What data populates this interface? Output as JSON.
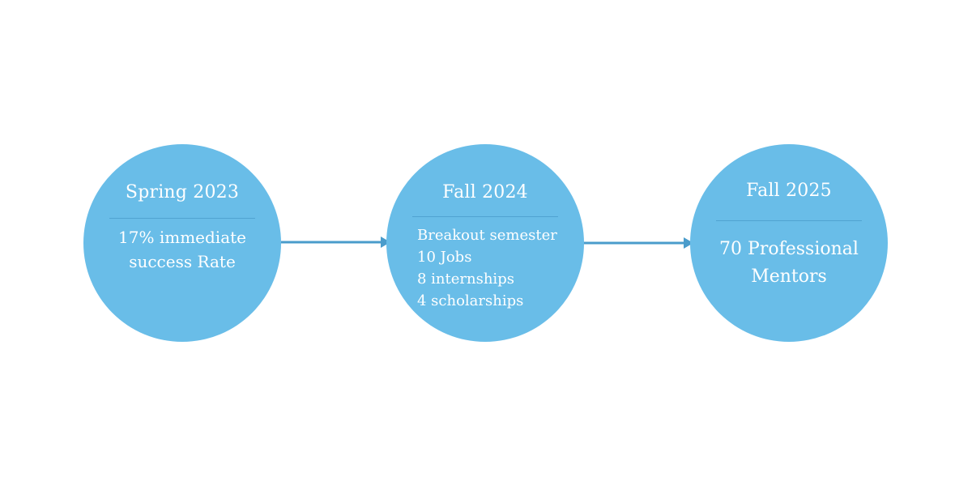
{
  "accent_color": "#69bde8",
  "connector_color": "#4a9ccb",
  "milestones": [
    {
      "title": "Spring 2023",
      "lines": [
        "17% immediate",
        "success Rate"
      ]
    },
    {
      "title": "Fall 2024",
      "lines": [
        "Breakout semester",
        "10 Jobs",
        "8 internships",
        "4 scholarships"
      ]
    },
    {
      "title": "Fall 2025",
      "lines": [
        "70 Professional",
        "Mentors"
      ]
    }
  ]
}
